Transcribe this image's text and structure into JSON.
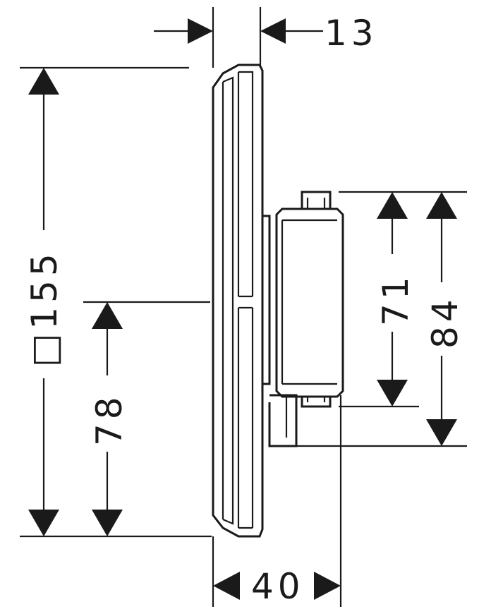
{
  "dimensions": {
    "depth_top": "13",
    "plate_square": "□155",
    "center_height": "78",
    "body_71": "71",
    "body_84": "84",
    "depth_bottom": "40"
  }
}
